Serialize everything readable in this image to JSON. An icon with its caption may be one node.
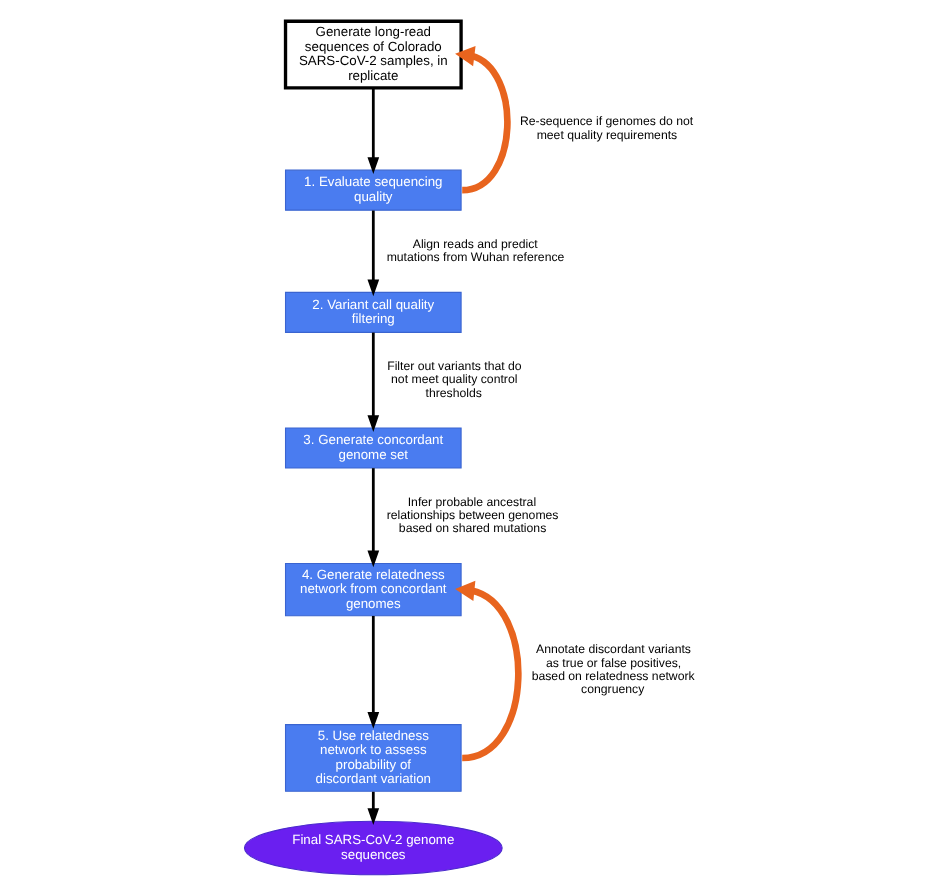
{
  "diagram": {
    "nodes": [
      {
        "text": [
          "Generate long-read sequences of Colorado SARS-CoV-2 samples, in replicate"
        ]
      },
      {
        "text": [
          "1. Evaluate sequencing quality"
        ]
      },
      {
        "text": [
          "2. Variant call quality filtering"
        ]
      },
      {
        "text": [
          "3. Generate concordant genome set"
        ]
      },
      {
        "text": [
          "4. Generate relatedness network from concordant genomes"
        ]
      },
      {
        "text": [
          "5. Use relatedness network to assess probability of discordant variation"
        ]
      },
      {
        "text": [
          "Final SARS-CoV-2 genome sequences"
        ]
      }
    ],
    "edges": [
      {
        "from": 0,
        "to": 1,
        "arrow": "to"
      },
      {
        "from": 1,
        "to": 2,
        "arrow": "to",
        "label": "Align reads and predict mutations from Wuhan reference"
      },
      {
        "from": 2,
        "to": 3,
        "arrow": "to",
        "label": "Filter out variants that do not meet quality control thresholds"
      },
      {
        "from": 3,
        "to": 4,
        "arrow": "to",
        "label": "Infer probable ancestral relationships between genomes based on shared mutations"
      },
      {
        "from": 4,
        "to": 5,
        "arrow": "to"
      },
      {
        "from": 5,
        "to": 6,
        "arrow": "to"
      },
      {
        "from": 1,
        "to": 0,
        "arrow": "to",
        "style": "thick",
        "color": "#e8641e",
        "label": "Re-sequence if genomes do not meet quality requirements"
      },
      {
        "from": 5,
        "to": 4,
        "arrow": "to",
        "style": "thick",
        "color": "#e8641e",
        "label": "Annotate discordant variants as true or false positives, based on relatedness network congruency"
      }
    ]
  }
}
